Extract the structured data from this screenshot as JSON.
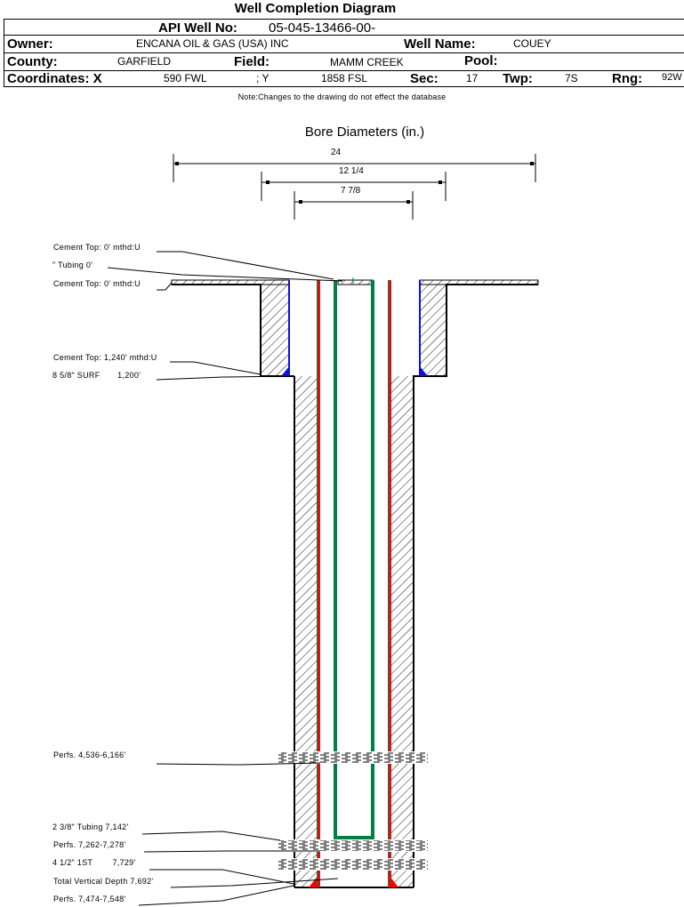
{
  "title": "Well Completion Diagram",
  "header": {
    "api_label": "API Well No:",
    "api_value": "05-045-13466-00-",
    "owner_label": "Owner:",
    "owner_value": "ENCANA OIL & GAS (USA) INC",
    "well_name_label": "Well Name:",
    "well_name_value": "COUEY",
    "county_label": "County:",
    "county_value": "GARFIELD",
    "field_label": "Field:",
    "field_value": "MAMM CREEK",
    "pool_label": "Pool:",
    "pool_value": "",
    "coord_label": "Coordinates: X",
    "coord_x": "590 FWL",
    "coord_y_label": "; Y",
    "coord_y": "1858 FSL",
    "sec_label": "Sec:",
    "sec_value": "17",
    "twp_label": "Twp:",
    "twp_value": "7S",
    "rng_label": "Rng:",
    "rng_value": "92W"
  },
  "note": "Note:Changes to the drawing do not effect the database",
  "bore": {
    "title": "Bore Diameters (in.)",
    "diameters": [
      "24",
      "12 1/4",
      "7 7/8"
    ]
  },
  "annotations": [
    "Cement Top: 0' mthd:U",
    "\" Tubing 0'",
    "Cement Top: 0' mthd:U",
    "Cement Top: 1,240' mthd:U",
    "8 5/8\" SURF       1,200'",
    "Perfs. 4,536-6,166'",
    "2 3/8\" Tubing 7,142'",
    "Perfs. 7,262-7,278'",
    "4 1/2\" 1ST        7,729'",
    "Total Vertical Depth 7,692'",
    "Perfs. 7,474-7,548'"
  ],
  "colors": {
    "production_casing": "#e01010",
    "tubing": "#008040",
    "surface_cement_fill": "#1010e0",
    "production_cement_fill": "#ff0000"
  }
}
